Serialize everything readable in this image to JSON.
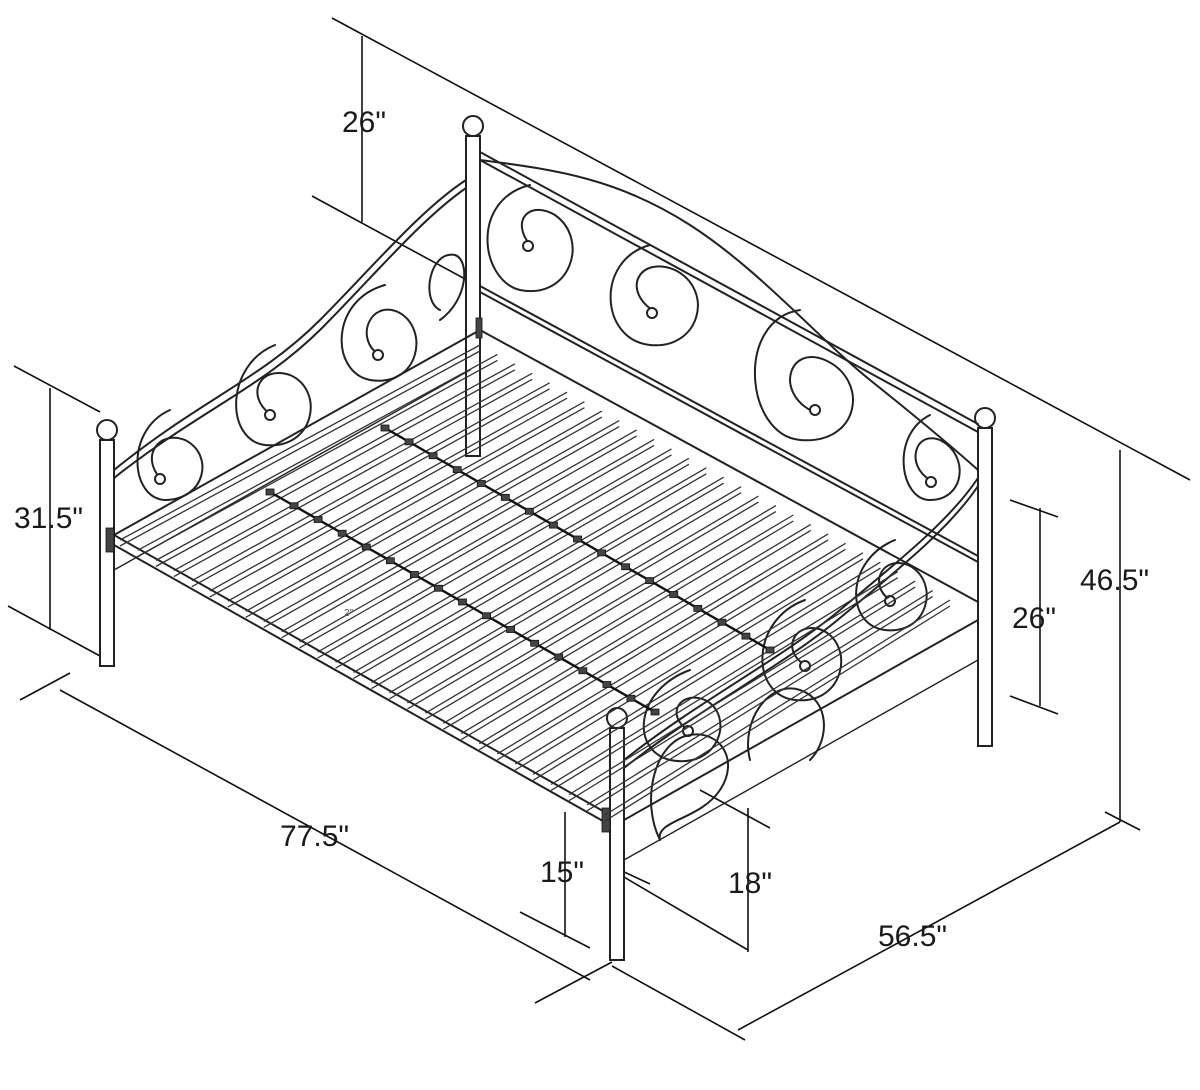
{
  "diagram": {
    "dimensions": {
      "back_panel_height": "26\"",
      "side_post_height": "31.5\"",
      "overall_height": "46.5\"",
      "arm_height": "26\"",
      "length": "77.5\"",
      "leg_clearance": "15\"",
      "deck_height": "18\"",
      "width": "56.5\""
    },
    "slat_note": "2\""
  }
}
